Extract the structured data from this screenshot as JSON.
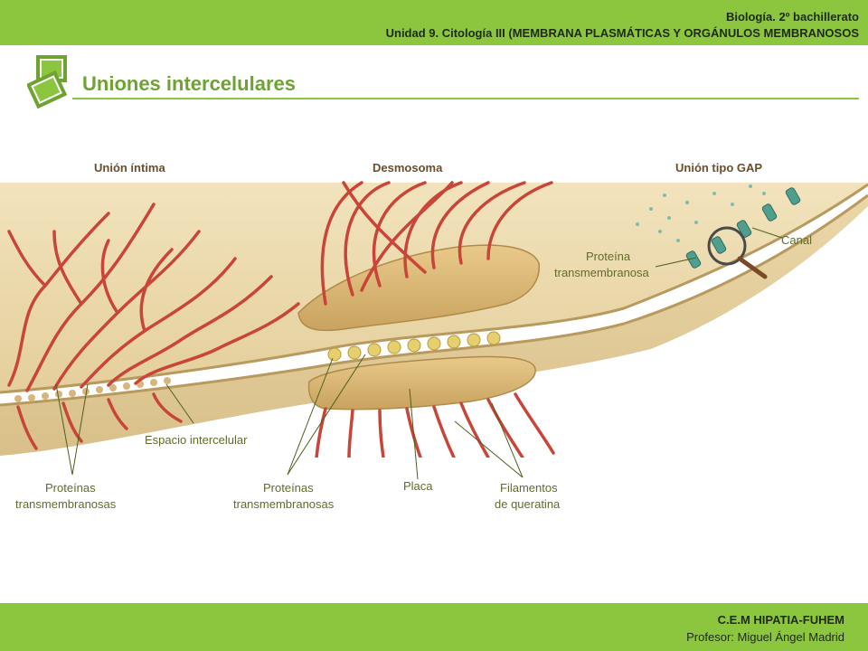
{
  "header": {
    "line1": "Biología. 2º bachillerato",
    "line2": "Unidad 9. Citología III (MEMBRANA PLASMÁTICAS Y ORGÁNULOS MEMBRANOSOS"
  },
  "title": "Uniones intercelulares",
  "columns": [
    "Unión íntima",
    "Desmosoma",
    "Unión tipo GAP"
  ],
  "labels": {
    "canal": "Canal",
    "proteina_tm_1": "Proteína",
    "proteina_tm_2": "transmembranosa",
    "espacio": "Espacio intercelular",
    "prot_left_1": "Proteínas",
    "prot_left_2": "transmembranosas",
    "prot_mid_1": "Proteínas",
    "prot_mid_2": "transmembranosas",
    "placa": "Placa",
    "filamentos_1": "Filamentos",
    "filamentos_2": "de queratina"
  },
  "footer": {
    "school": "C.E.M HIPATIA-FUHEM",
    "teacher": "Profesor: Miguel Ángel Madrid"
  },
  "colors": {
    "accent": "#8cc63f",
    "title": "#6ea331",
    "membrane": "#e9d5a6",
    "filament": "#c9453a",
    "channel": "#4f9e8e"
  }
}
